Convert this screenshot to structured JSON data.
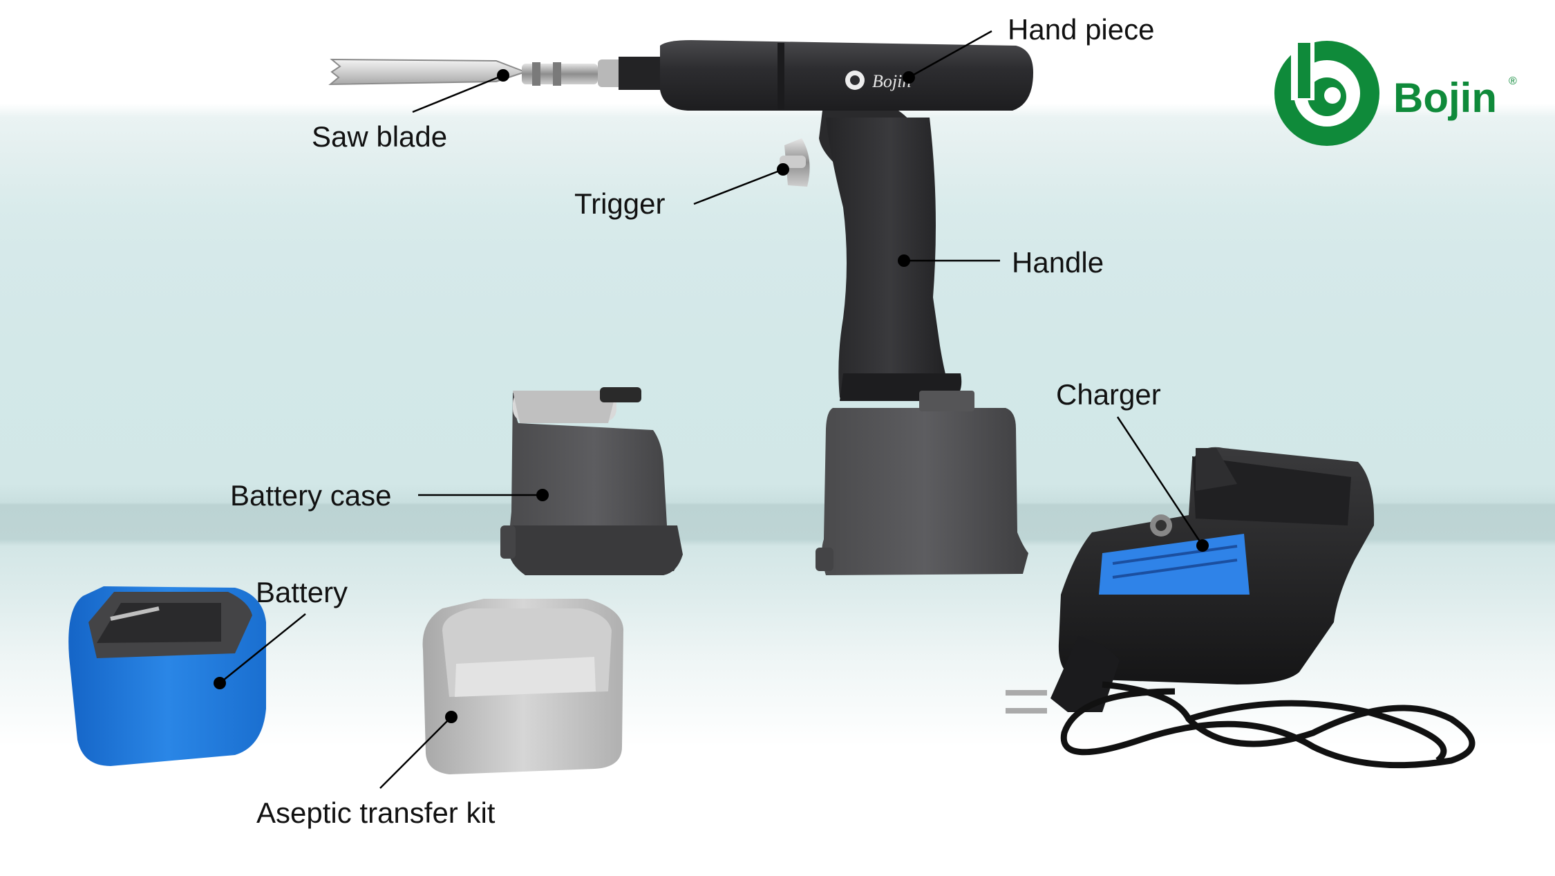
{
  "brand": {
    "name": "Bojin",
    "registered_mark": "®",
    "color": "#0f8a3a"
  },
  "device_engraving": "Bojin",
  "labels": {
    "hand_piece": "Hand piece",
    "saw_blade": "Saw blade",
    "trigger": "Trigger",
    "handle": "Handle",
    "charger": "Charger",
    "battery_case": "Battery case",
    "battery": "Battery",
    "aseptic_transfer_kit": "Aseptic transfer kit"
  },
  "colors": {
    "device_body": "#2b2b2d",
    "battery": "#1f78d6",
    "charger_label": "#2f83e8",
    "transfer_kit": "#bdbdbd"
  }
}
